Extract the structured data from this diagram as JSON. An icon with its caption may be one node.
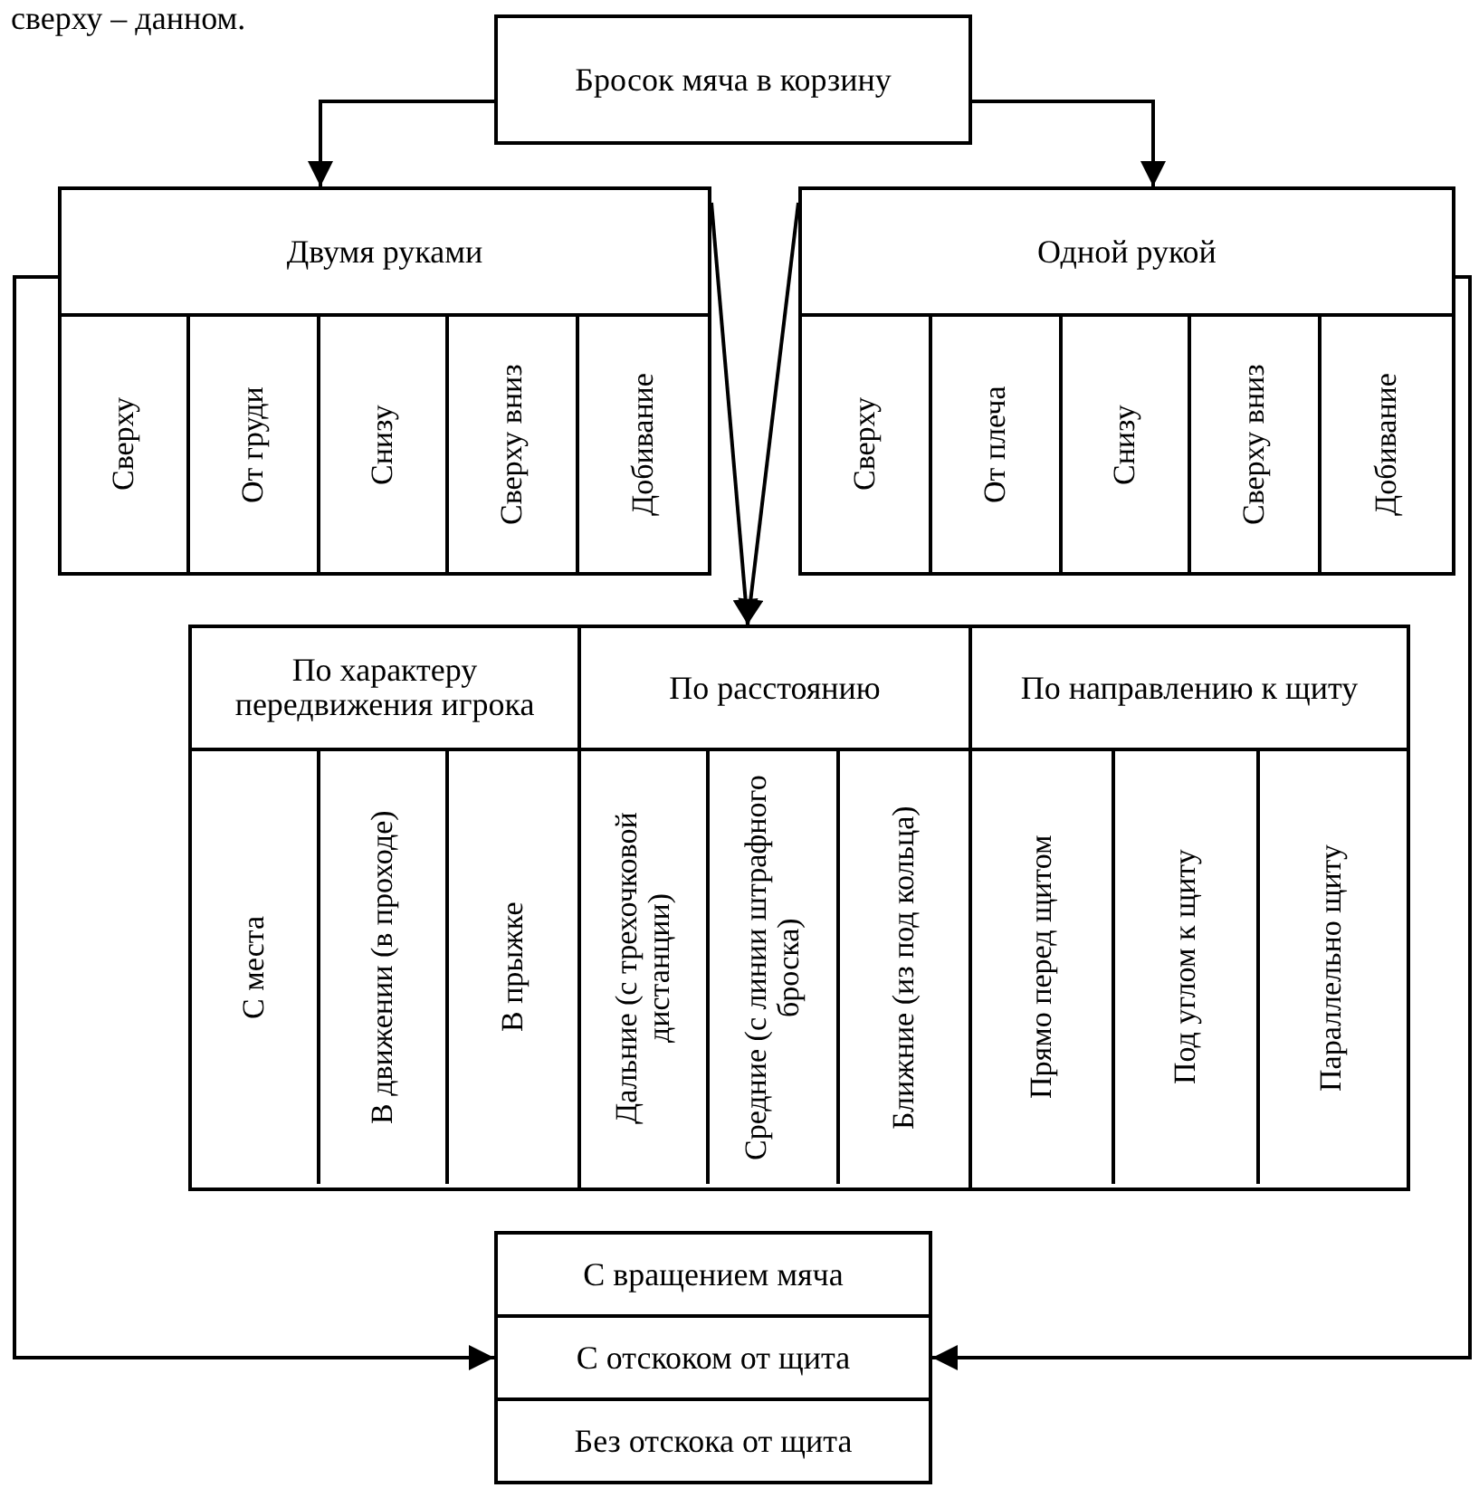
{
  "diagram": {
    "nodes": [
      {
        "text": [
          "Бросок мяча в корзину"
        ]
      },
      {
        "text": [
          "Двумя руками"
        ]
      },
      {
        "text": [
          "Сверху"
        ],
        "in": 1
      },
      {
        "text": [
          "От груди"
        ],
        "in": 1
      },
      {
        "text": [
          "Снизу"
        ],
        "in": 1
      },
      {
        "text": [
          "Сверху вниз"
        ],
        "in": 1
      },
      {
        "text": [
          "Добивание"
        ],
        "in": 1
      },
      {
        "text": [
          "Одной рукой"
        ]
      },
      {
        "text": [
          "Сверху"
        ],
        "in": 7
      },
      {
        "text": [
          "От плеча"
        ],
        "in": 7
      },
      {
        "text": [
          "Снизу"
        ],
        "in": 7
      },
      {
        "text": [
          "Сверху вниз"
        ],
        "in": 7
      },
      {
        "text": [
          "Добивание"
        ],
        "in": 7
      },
      {
        "text": [],
        "shape": "box"
      },
      {
        "text": [
          "По характеру передвижения игрока"
        ],
        "in": 13
      },
      {
        "text": [
          "С места"
        ],
        "in": 14
      },
      {
        "text": [
          "В движении (в проходе)"
        ],
        "in": 14
      },
      {
        "text": [
          "В прыжке"
        ],
        "in": 14
      },
      {
        "text": [
          "По расстоянию"
        ],
        "in": 13
      },
      {
        "text": [
          "Дальние (с трехочковой дистанции)"
        ],
        "in": 18
      },
      {
        "text": [
          "Средние (с линии штрафного броска)"
        ],
        "in": 18
      },
      {
        "text": [
          "Ближние (из под кольца)"
        ],
        "in": 18
      },
      {
        "text": [
          "По направлению к щиту"
        ],
        "in": 13
      },
      {
        "text": [
          "Прямо перед щитом"
        ],
        "in": 22
      },
      {
        "text": [
          "Под углом к щиту"
        ],
        "in": 22
      },
      {
        "text": [
          "Параллельно щиту"
        ],
        "in": 22
      },
      {
        "text": [
          "С вращением мяча"
        ]
      },
      {
        "text": [
          "С отскоком от щита"
        ]
      },
      {
        "text": [
          "Без отскока от щита"
        ]
      }
    ],
    "edges": [
      {
        "from": 0,
        "to": 1,
        "arrow": "to"
      },
      {
        "from": 0,
        "to": 7,
        "arrow": "to"
      },
      {
        "from": 1,
        "to": 13,
        "arrow": "to"
      },
      {
        "from": 7,
        "to": 13,
        "arrow": "to"
      },
      {
        "from": 1,
        "to": 27,
        "arrow": "to"
      },
      {
        "from": 7,
        "to": 27,
        "arrow": "to"
      }
    ],
    "labels": [
      "сверху – данном."
    ]
  }
}
